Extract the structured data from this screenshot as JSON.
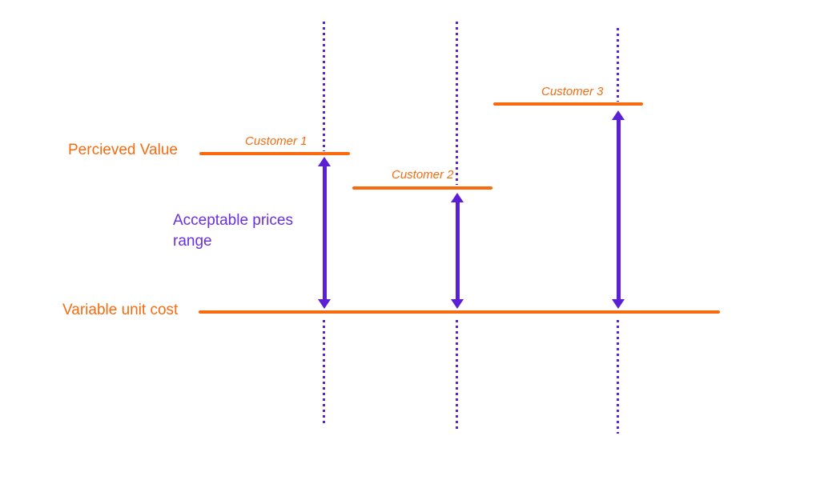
{
  "diagram": {
    "title_semantic": "Acceptable price range between perceived value and variable unit cost for three customers",
    "colors": {
      "orange": "#F76B0E",
      "purple": "#5B1FD6",
      "purple_text": "#6A2FE0",
      "background": "#ffffff"
    },
    "labels": {
      "perceived_value": "Percieved Value",
      "acceptable_range": "Acceptable prices range",
      "variable_unit_cost": "Variable unit cost"
    },
    "customers": [
      {
        "label": "Customer 1"
      },
      {
        "label": "Customer 2"
      },
      {
        "label": "Customer 3"
      }
    ]
  }
}
